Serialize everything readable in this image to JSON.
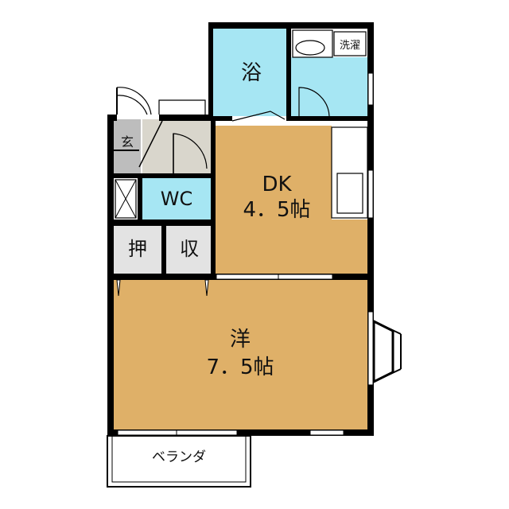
{
  "floorplan": {
    "colors": {
      "wall": "#000000",
      "room_wood": "#DFB068",
      "room_wet": "#A6E6F3",
      "room_entry": "#D9D6CC",
      "room_genkan": "#BDBDBD",
      "storage": "#E3E3E3",
      "background": "#FFFFFF"
    },
    "rooms": {
      "bath": "浴",
      "laundry": "洗濯",
      "entrance": "玄",
      "toilet": "WC",
      "dk_name": "DK",
      "dk_size": "4．5帖",
      "closet": "押",
      "storage": "収",
      "western_name": "洋",
      "western_size": "7．5帖",
      "balcony": "ベランダ"
    }
  }
}
